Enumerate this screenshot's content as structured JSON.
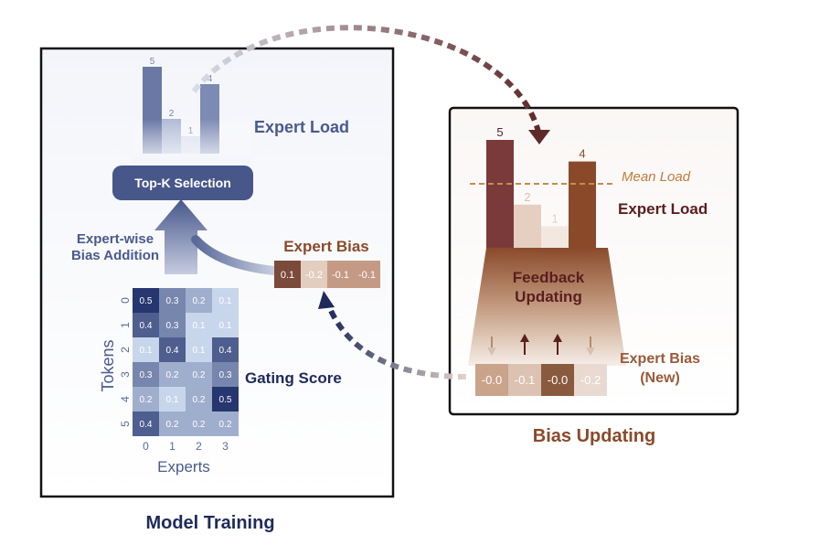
{
  "left_panel": {
    "caption": "Model Training",
    "expert_load": {
      "label": "Expert Load",
      "bars": [
        {
          "value": 5,
          "label": "5"
        },
        {
          "value": 2,
          "label": "2"
        },
        {
          "value": 1,
          "label": "1"
        },
        {
          "value": 4,
          "label": "4"
        }
      ]
    },
    "topk_label": "Top-K Selection",
    "bias_addition_label": [
      "Expert-wise",
      "Bias Addition"
    ],
    "expert_bias": {
      "label": "Expert Bias",
      "values": [
        "0.1",
        "-0.2",
        "-0.1",
        "-0.1"
      ]
    },
    "gating": {
      "label": "Gating Score",
      "ylabel": "Tokens",
      "xlabel": "Experts",
      "row_ticks": [
        "0",
        "1",
        "2",
        "3",
        "4",
        "5"
      ],
      "col_ticks": [
        "0",
        "1",
        "2",
        "3"
      ],
      "values": [
        [
          "0.5",
          "0.3",
          "0.2",
          "0.1"
        ],
        [
          "0.4",
          "0.3",
          "0.1",
          "0.1"
        ],
        [
          "0.1",
          "0.4",
          "0.1",
          "0.4"
        ],
        [
          "0.3",
          "0.2",
          "0.2",
          "0.3"
        ],
        [
          "0.2",
          "0.1",
          "0.2",
          "0.5"
        ],
        [
          "0.4",
          "0.2",
          "0.2",
          "0.2"
        ]
      ]
    }
  },
  "right_panel": {
    "caption": "Bias Updating",
    "mean_load_label": "Mean Load",
    "expert_load": {
      "label": "Expert Load",
      "bars": [
        {
          "value": 5,
          "label": "5"
        },
        {
          "value": 2,
          "label": "2"
        },
        {
          "value": 1,
          "label": "1"
        },
        {
          "value": 4,
          "label": "4"
        }
      ]
    },
    "feedback_label": [
      "Feedback",
      "Updating"
    ],
    "expert_bias_new": {
      "label": [
        "Expert Bias",
        "(New)"
      ],
      "values": [
        "-0.0",
        "-0.1",
        "-0.0",
        "-0.2"
      ],
      "directions": [
        "down",
        "up",
        "up",
        "down"
      ]
    }
  },
  "colors": {
    "navy": "#1e2a5a",
    "left_accent": "#4a5a8c",
    "brown": "#8a4a2a",
    "dark_red": "#5a1e1e"
  }
}
